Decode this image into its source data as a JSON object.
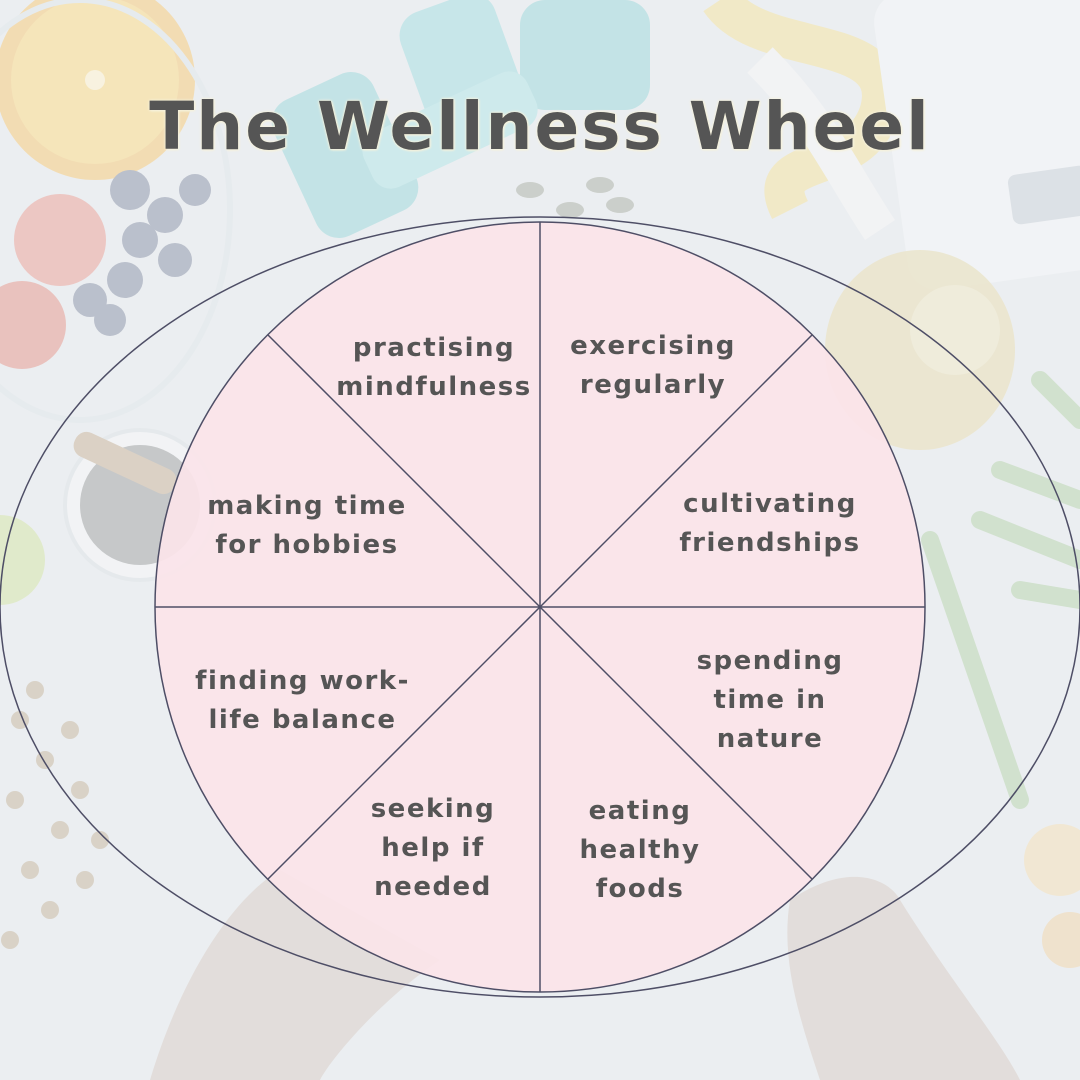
{
  "title": "The Wellness Wheel",
  "segments": [
    {
      "id": "mindfulness",
      "label": "practising\nmindfulness"
    },
    {
      "id": "exercise",
      "label": "exercising\nregularly"
    },
    {
      "id": "friendships",
      "label": "cultivating\nfriendships"
    },
    {
      "id": "nature",
      "label": "spending\ntime in\nnature"
    },
    {
      "id": "foods",
      "label": "eating\nhealthy\nfoods"
    },
    {
      "id": "help",
      "label": "seeking\nhelp if\nneeded"
    },
    {
      "id": "balance",
      "label": "finding work-\nlife balance"
    },
    {
      "id": "hobbies",
      "label": "making time\nfor hobbies"
    }
  ],
  "colors": {
    "wheel_fill": "#fbe4e9",
    "wheel_stroke": "#4e4e66",
    "text": "#555555",
    "title_glow": "#f6f2dc"
  },
  "background_icons": [
    "orange",
    "blueberries",
    "tomato",
    "dumbbells",
    "measuring-tape",
    "kitchen-scale",
    "olive-oil-bottle",
    "asparagus",
    "chia-seeds",
    "lentils",
    "apple",
    "onion",
    "hands"
  ]
}
